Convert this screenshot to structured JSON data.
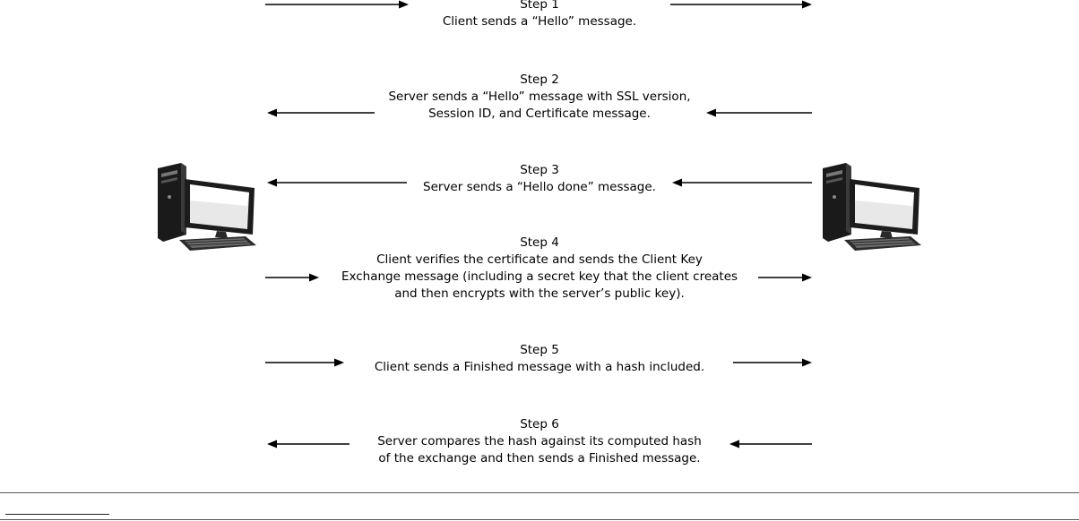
{
  "steps": [
    {
      "title": "Step 1",
      "lines": [
        "Client sends a “Hello” message."
      ],
      "direction": "client-to-server"
    },
    {
      "title": "Step 2",
      "lines": [
        "Server sends a “Hello” message with SSL version,",
        "Session ID, and Certificate message."
      ],
      "direction": "server-to-client"
    },
    {
      "title": "Step 3",
      "lines": [
        "Server sends a “Hello done” message."
      ],
      "direction": "server-to-client"
    },
    {
      "title": "Step 4",
      "lines": [
        "Client verifies the certificate and sends the Client Key",
        "Exchange message (including a secret key that the client creates",
        "and then encrypts with the server’s public key)."
      ],
      "direction": "client-to-server"
    },
    {
      "title": "Step 5",
      "lines": [
        "Client sends a Finished message with a hash included."
      ],
      "direction": "client-to-server"
    },
    {
      "title": "Step 6",
      "lines": [
        "Server compares the hash against its computed hash",
        "of the exchange and then sends a Finished message."
      ],
      "direction": "server-to-client"
    }
  ],
  "computers": {
    "client_icon": "desktop-computer-icon",
    "server_icon": "desktop-computer-icon"
  }
}
